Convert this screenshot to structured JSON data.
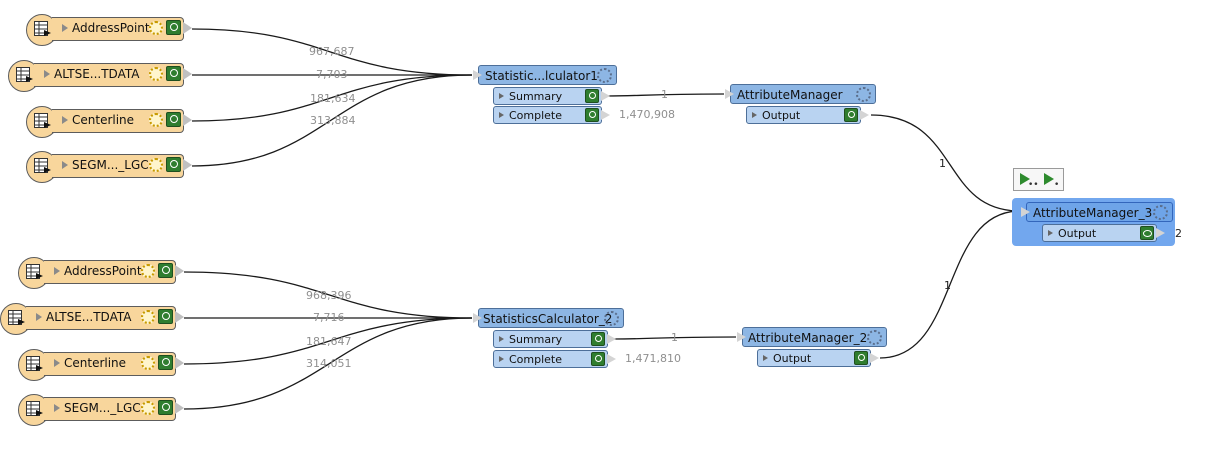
{
  "readers_top": [
    {
      "name": "AddressPoint",
      "icon": "table-reader-icon"
    },
    {
      "name": "ALTSE...TDATA",
      "icon": "table-reader-icon"
    },
    {
      "name": "Centerline",
      "icon": "table-reader-icon"
    },
    {
      "name": "SEGM..._LGC",
      "icon": "table-reader-icon"
    }
  ],
  "readers_bottom": [
    {
      "name": "AddressPoint",
      "icon": "table-reader-icon"
    },
    {
      "name": "ALTSE...TDATA",
      "icon": "table-reader-icon"
    },
    {
      "name": "Centerline",
      "icon": "table-reader-icon"
    },
    {
      "name": "SEGM..._LGC",
      "icon": "table-reader-icon"
    }
  ],
  "transformers": {
    "stats1": {
      "name": "Statistic...lculator1",
      "ports": [
        "Summary",
        "Complete"
      ]
    },
    "stats2": {
      "name": "StatisticsCalculator_2",
      "ports": [
        "Summary",
        "Complete"
      ]
    },
    "attr1": {
      "name": "AttributeManager",
      "ports": [
        "Output"
      ]
    },
    "attr2": {
      "name": "AttributeManager_2",
      "ports": [
        "Output"
      ]
    },
    "attr3": {
      "name": "AttributeManager_3",
      "ports": [
        "Output"
      ]
    }
  },
  "counts": {
    "top_reader_1": "967,687",
    "top_reader_2": "7,703",
    "top_reader_3": "181,634",
    "top_reader_4": "313,884",
    "bottom_reader_1": "968,396",
    "bottom_reader_2": "7,716",
    "bottom_reader_3": "181,647",
    "bottom_reader_4": "314,051",
    "stats1_summary": "1",
    "stats1_complete": "1,470,908",
    "stats2_summary": "1",
    "stats2_complete": "1,471,810",
    "attr1_output": "1",
    "attr2_output": "1",
    "attr3_output": "2"
  },
  "icons": {
    "run_to_this": "run-to-this-icon",
    "run_from_this": "run-from-this-icon",
    "parameters": "gear-icon",
    "inspect": "inspect-magnifier-icon",
    "feature_caching": "eye-icon"
  },
  "colors": {
    "reader_fill": "#f8d69c",
    "transformer_fill": "#8db6e4",
    "port_fill": "#b9d3f1",
    "selection": "#72a7ee",
    "wire": "#1a1a1a",
    "count_text": "#8f8f8f"
  }
}
